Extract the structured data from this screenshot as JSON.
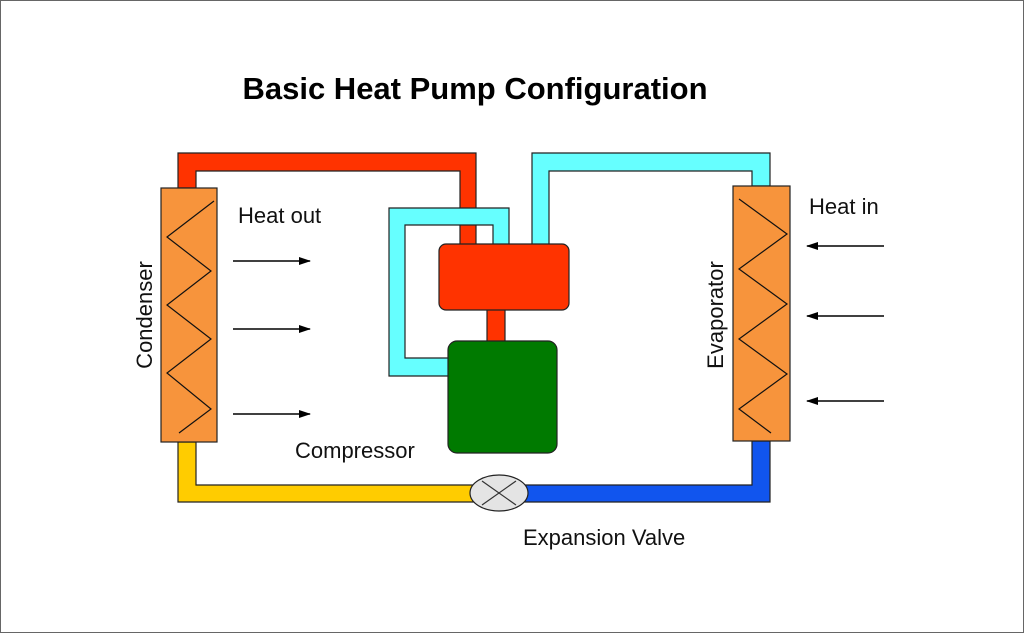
{
  "title": "Basic Heat Pump Configuration",
  "labels": {
    "condenser": "Condenser",
    "evaporator": "Evaporator",
    "compressor": "Compressor",
    "expansion_valve": "Expansion Valve",
    "heat_out": "Heat out",
    "heat_in": "Heat in"
  },
  "colors": {
    "hot_gas": "#ff3300",
    "cool_gas": "#66ffff",
    "warm_liquid": "#ffcc00",
    "cold_liquid": "#1155ee",
    "coil": "#f7943c",
    "compressor_motor": "#007a00",
    "valve": "#e4e4e4"
  }
}
